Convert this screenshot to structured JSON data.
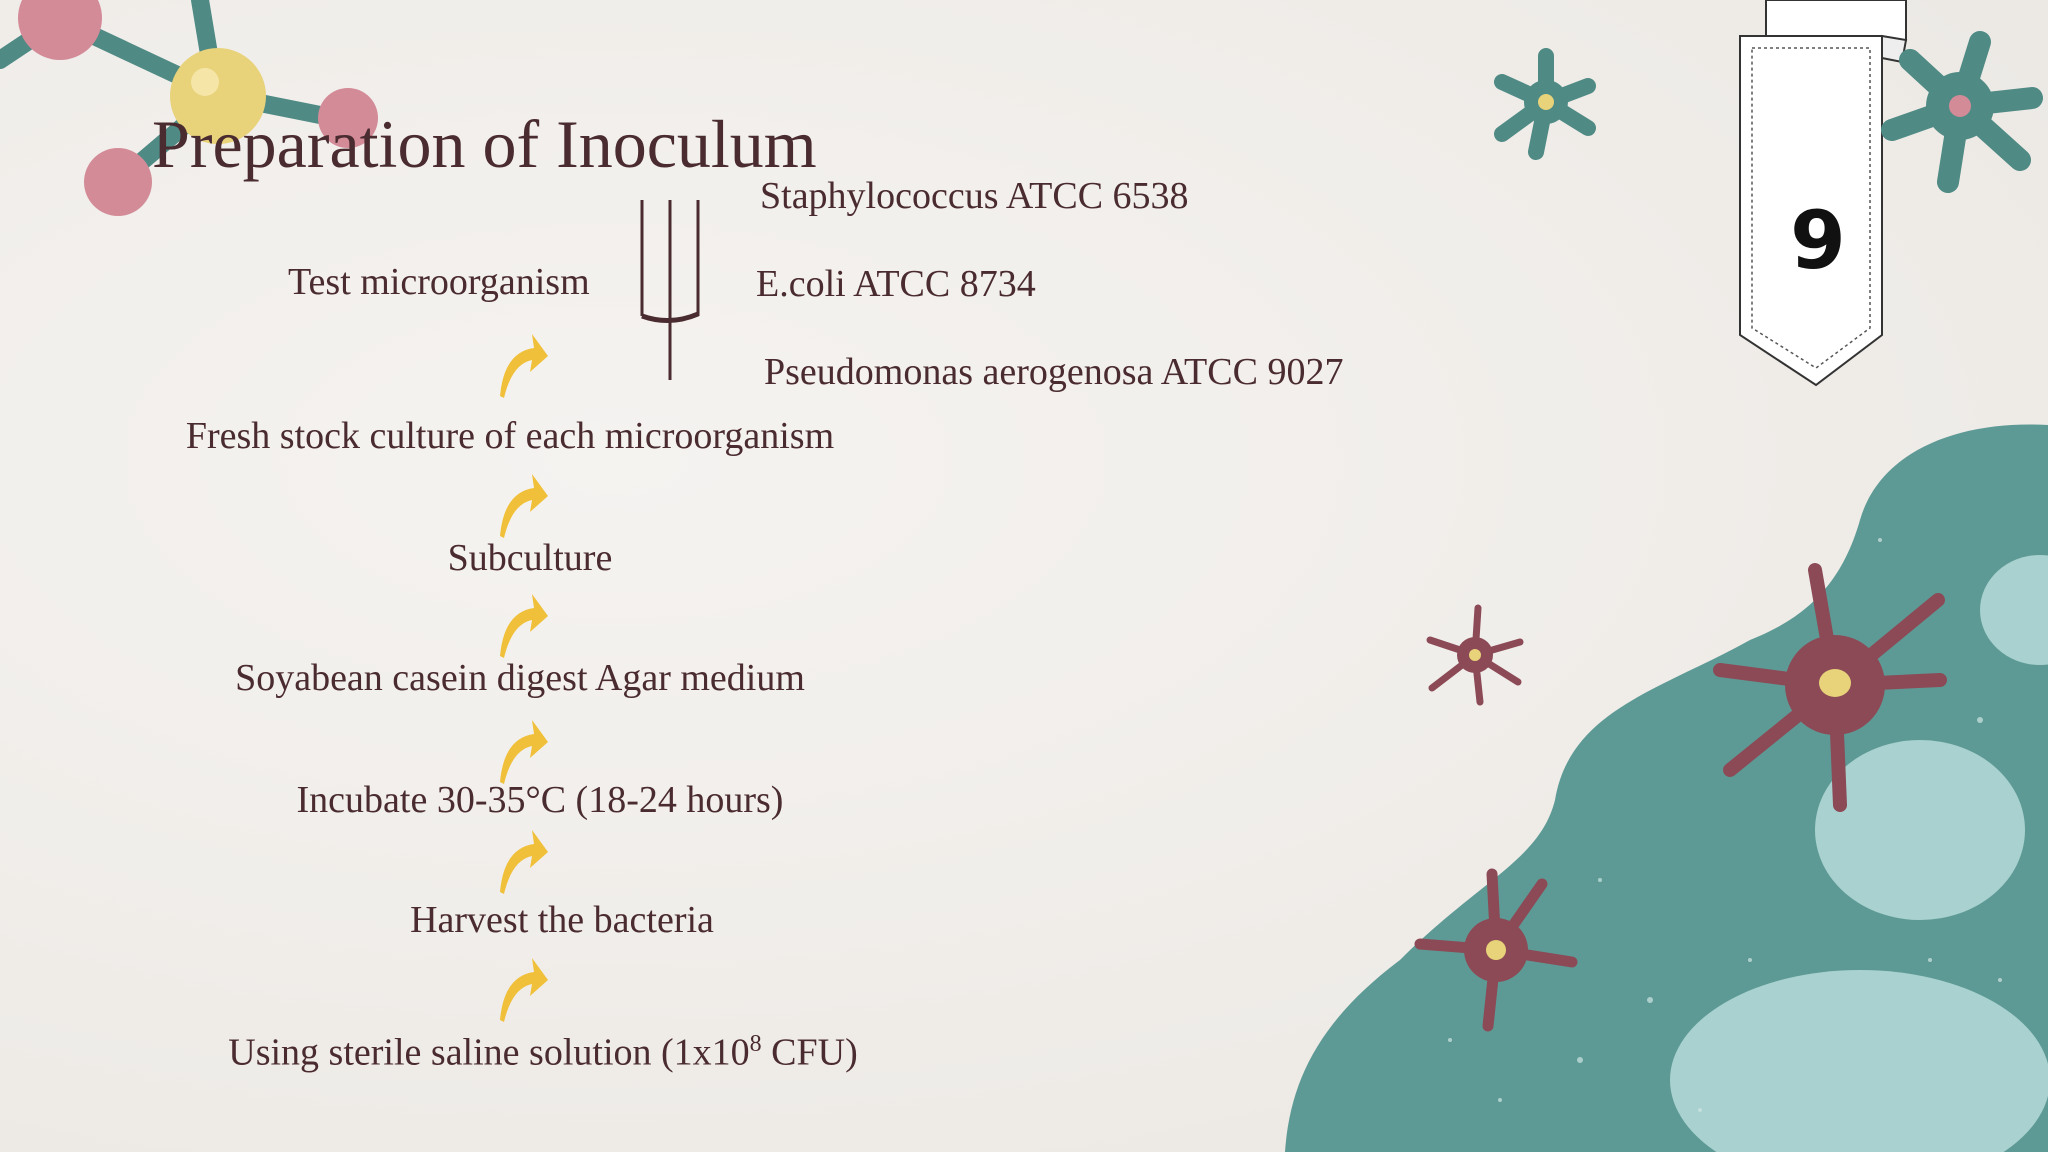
{
  "slide": {
    "title": "Preparation of Inoculum",
    "page_number": "9",
    "test_label": "Test microorganism",
    "organisms": [
      "Staphylococcus ATCC 6538",
      "E.coli ATCC 8734",
      "Pseudomonas aerogenosa ATCC 9027"
    ],
    "steps": [
      "Fresh stock culture of each microorganism",
      "Subculture",
      "Soyabean casein digest Agar medium",
      "Incubate 30-35°C (18-24 hours)",
      "Harvest the bacteria"
    ],
    "final_step_text": "Using sterile saline solution (1x10",
    "final_step_superscript": "8",
    "final_step_suffix": " CFU)",
    "colors": {
      "text": "#4a2b2f",
      "arrow": "#f0c03a",
      "teal": "#5e9a95",
      "light_teal": "#a8d1cf",
      "maroon": "#8b4a56",
      "pink": "#d38b98"
    },
    "icons": [
      "molecule-icon",
      "curved-arrow-icon",
      "bracket-icon",
      "bookmark-icon",
      "star-cell-icon",
      "blob-icon"
    ]
  }
}
